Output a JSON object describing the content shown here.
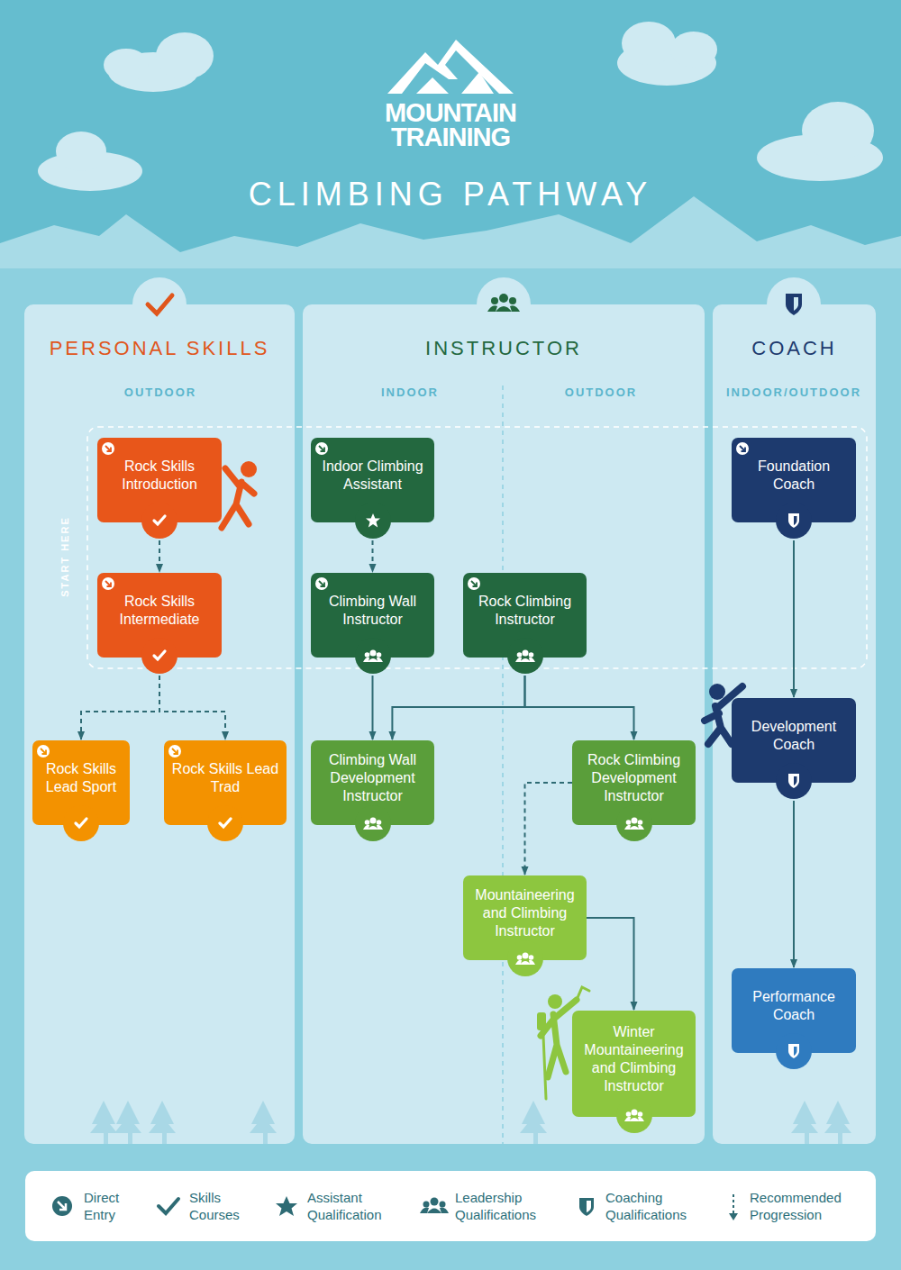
{
  "diagram": {
    "title": "CLIMBING PATHWAY",
    "nodes": [
      {
        "text": [
          "PERSONAL SKILLS",
          "OUTDOOR"
        ]
      },
      {
        "text": [
          "INSTRUCTOR",
          "INDOOR",
          "OUTDOOR"
        ]
      },
      {
        "text": [
          "COACH",
          "INDOOR/OUTDOOR"
        ]
      },
      {
        "text": [
          "Rock Skills Introduction"
        ],
        "in": 0
      },
      {
        "text": [
          "Rock Skills Intermediate"
        ],
        "in": 0
      },
      {
        "text": [
          "Rock Skills Lead Sport"
        ],
        "in": 0
      },
      {
        "text": [
          "Rock Skills Lead Trad"
        ],
        "in": 0
      },
      {
        "text": [
          "Indoor Climbing Assistant"
        ],
        "in": 1
      },
      {
        "text": [
          "Climbing Wall Instructor"
        ],
        "in": 1
      },
      {
        "text": [
          "Rock Climbing Instructor"
        ],
        "in": 1
      },
      {
        "text": [
          "Climbing Wall Development Instructor"
        ],
        "in": 1
      },
      {
        "text": [
          "Rock Climbing Development Instructor"
        ],
        "in": 1
      },
      {
        "text": [
          "Mountaineering and Climbing Instructor"
        ],
        "in": 1
      },
      {
        "text": [
          "Winter Mountaineering and Climbing Instructor"
        ],
        "in": 1
      },
      {
        "text": [
          "Foundation Coach"
        ],
        "in": 2
      },
      {
        "text": [
          "Development Coach"
        ],
        "in": 2
      },
      {
        "text": [
          "Performance Coach"
        ],
        "in": 2
      }
    ],
    "edges": [
      {
        "from": 3,
        "to": 4,
        "arrow": "to"
      },
      {
        "from": 4,
        "to": 5,
        "arrow": "to"
      },
      {
        "from": 4,
        "to": 6,
        "arrow": "to"
      },
      {
        "from": 7,
        "to": 8,
        "arrow": "to"
      },
      {
        "from": 8,
        "to": 10,
        "arrow": "to"
      },
      {
        "from": 9,
        "to": 10,
        "arrow": "to"
      },
      {
        "from": 9,
        "to": 11,
        "arrow": "to"
      },
      {
        "from": 11,
        "to": 12,
        "arrow": "to"
      },
      {
        "from": 12,
        "to": 13,
        "arrow": "to"
      },
      {
        "from": 14,
        "to": 15,
        "arrow": "to"
      },
      {
        "from": 15,
        "to": 16,
        "arrow": "to"
      }
    ],
    "labels": [
      "MOUNTAIN",
      "TRAINING",
      "START HERE"
    ],
    "legend": [
      {
        "text": "Direct Entry"
      },
      {
        "text": "Skills Courses"
      },
      {
        "text": "Assistant Qualification"
      },
      {
        "text": "Leadership Qualifications"
      },
      {
        "text": "Coaching Qualifications"
      },
      {
        "text": "Recommended Progression"
      }
    ]
  }
}
